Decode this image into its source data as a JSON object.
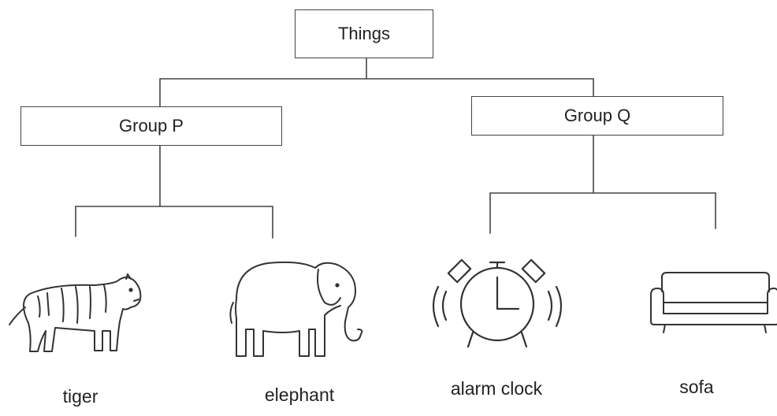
{
  "root": {
    "label": "Things"
  },
  "groups": [
    {
      "label": "Group P"
    },
    {
      "label": "Group Q"
    }
  ],
  "items": [
    {
      "label": "tiger",
      "icon": "tiger-icon",
      "group": "Group P"
    },
    {
      "label": "elephant",
      "icon": "elephant-icon",
      "group": "Group P"
    },
    {
      "label": "alarm clock",
      "icon": "alarm-clock-icon",
      "group": "Group Q"
    },
    {
      "label": "sofa",
      "icon": "sofa-icon",
      "group": "Group Q"
    }
  ],
  "colors": {
    "line": "#444444",
    "text": "#222222",
    "background": "#ffffff"
  }
}
